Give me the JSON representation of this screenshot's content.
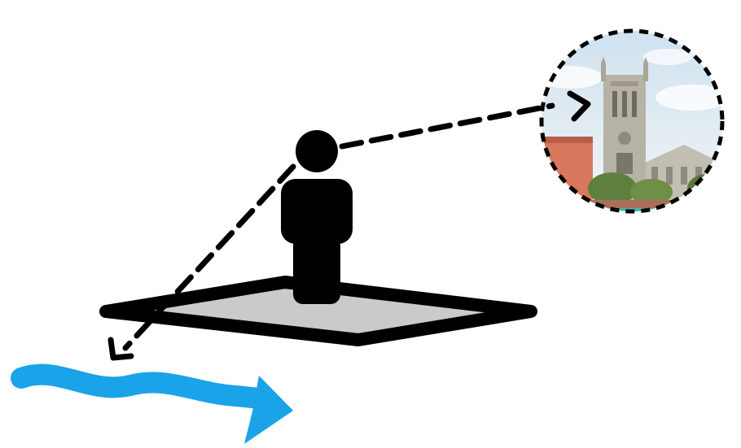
{
  "diagram": {
    "elements": [
      {
        "name": "person-figure",
        "kind": "pictogram"
      },
      {
        "name": "platform",
        "kind": "parallelogram"
      },
      {
        "name": "view-arrow",
        "kind": "dashed-arrow",
        "style": "dashed"
      },
      {
        "name": "landmark-photo",
        "kind": "circular-photo",
        "subject": "church-tower"
      },
      {
        "name": "down-arrow",
        "kind": "dashed-arrow",
        "style": "dashed"
      },
      {
        "name": "water-flow-arrow",
        "kind": "wavy-arrow"
      }
    ],
    "colors": {
      "ink": "#000000",
      "platform_fill": "#c8cacc",
      "water": "#1aa3e8",
      "sky": "#dfeaf3",
      "stone": "#b7b2a6",
      "brick": "#d8785c",
      "trees": "#5f7f3e"
    }
  }
}
